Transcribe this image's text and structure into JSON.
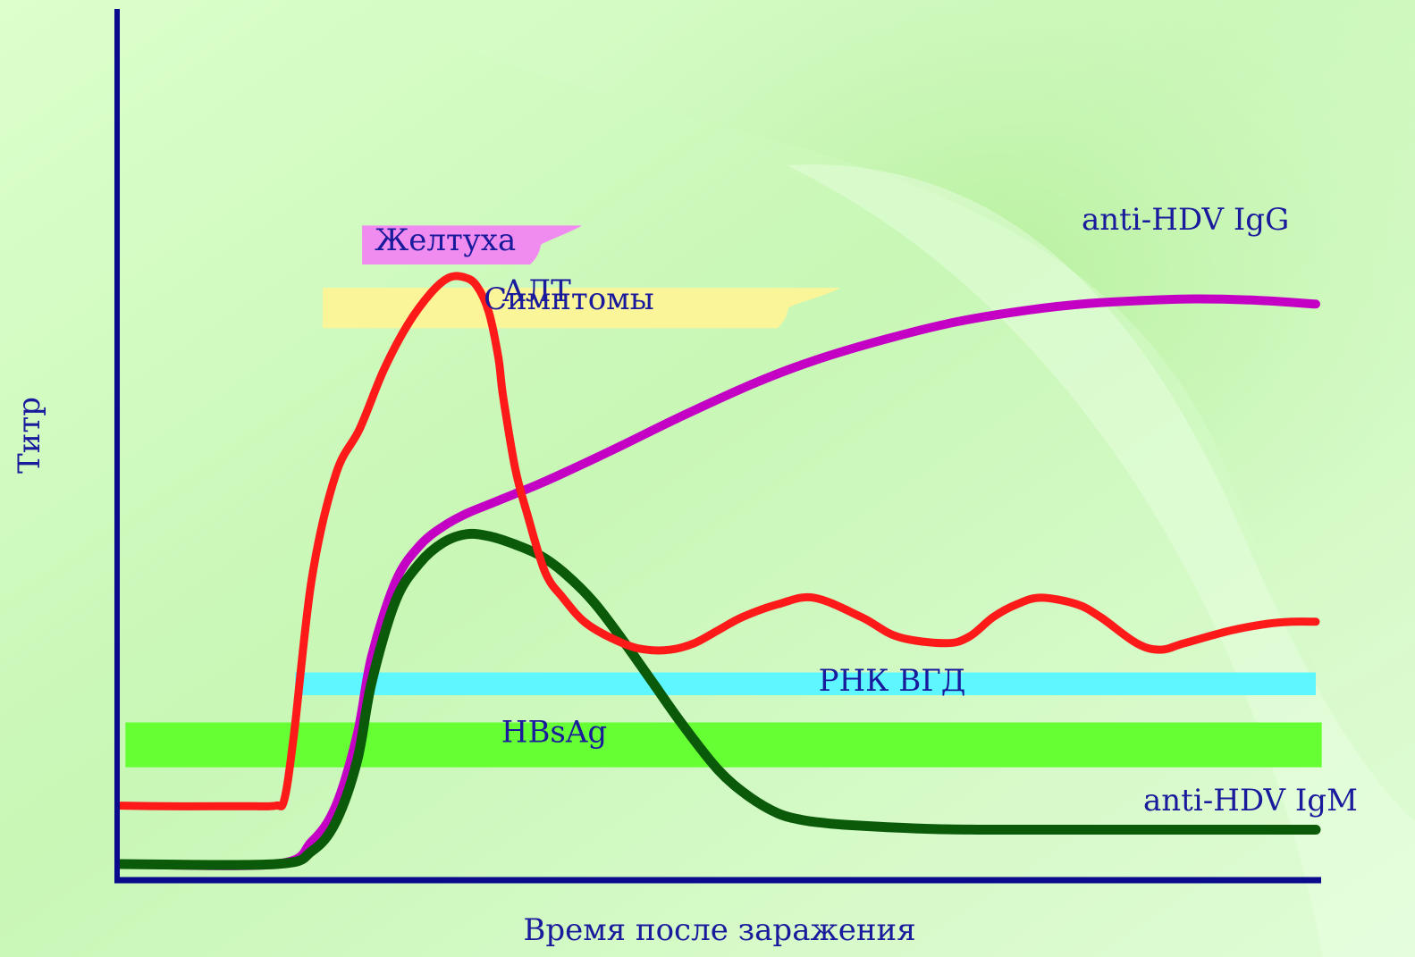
{
  "colors": {
    "bg_light": "#e8ffe0",
    "bg_mid": "#c6f5b4",
    "axis": "#0a0a8c",
    "text": "#1a1a9c",
    "alt": "#ff1a1a",
    "igg": "#c400c4",
    "igm": "#0a5a0a",
    "jaundice_band": "#f08cf0",
    "symptoms_band": "#fbf59a",
    "rna_band": "#5ef7ff",
    "hbsag_band": "#66ff33"
  },
  "chart_data": {
    "type": "line",
    "ylabel": "Титр",
    "xlabel": "Время после заражения",
    "xlim": [
      0,
      100
    ],
    "ylim": [
      0,
      100
    ],
    "grid": false,
    "series": [
      {
        "name": "АЛТ",
        "key": "alt",
        "x": [
          0,
          4,
          8,
          11,
          13,
          13.7,
          14.5,
          16,
          18,
          20,
          22,
          24,
          26,
          27.5,
          28.8,
          29.8,
          30.8,
          31.6,
          32,
          33,
          34,
          35.5,
          37,
          39,
          42,
          44,
          46,
          48,
          50,
          52,
          55,
          58,
          62,
          65,
          69,
          71,
          73,
          75,
          77,
          80,
          82,
          85,
          87,
          89,
          93,
          96,
          98,
          100
        ],
        "y": [
          9,
          8.9,
          8.9,
          8.9,
          9,
          10,
          20,
          44,
          60,
          67,
          76,
          83,
          88,
          90.3,
          90.3,
          89,
          85,
          78,
          72,
          61,
          54,
          45,
          41,
          37,
          34,
          33,
          33,
          34,
          36,
          38,
          40,
          41,
          38,
          35,
          34,
          35,
          38,
          40,
          41,
          40,
          38,
          34,
          33,
          34,
          36,
          37,
          37.3,
          37.3
        ]
      },
      {
        "name": "anti-HDV IgG",
        "key": "igg",
        "x": [
          0,
          13,
          16,
          18,
          19.8,
          21,
          23,
          25,
          27,
          29,
          31,
          33,
          35,
          38,
          42,
          47,
          53,
          58,
          64,
          70,
          76,
          81,
          86,
          90,
          95,
          100
        ],
        "y": [
          0,
          0,
          3.5,
          9,
          20,
          32,
          43.5,
          49,
          52,
          54,
          55.5,
          57,
          58.5,
          61,
          64.5,
          69,
          74,
          77.5,
          80.8,
          83.5,
          85.3,
          86.3,
          86.8,
          87,
          86.8,
          86.2
        ]
      },
      {
        "name": "anti-HDV IgM",
        "key": "igm",
        "x": [
          0,
          13,
          16,
          18,
          19.8,
          21,
          23,
          25,
          27,
          29,
          31,
          33,
          35,
          37,
          39.5,
          42,
          44.5,
          47,
          50,
          52.5,
          55,
          57,
          59,
          61,
          64,
          68,
          72,
          76,
          80,
          84,
          88,
          92,
          96,
          100
        ],
        "y": [
          0,
          0,
          2,
          6.5,
          16,
          28,
          40.5,
          46.3,
          49.5,
          50.8,
          50.4,
          49.2,
          47.6,
          45,
          40.5,
          34.5,
          28,
          21.5,
          14.5,
          10.5,
          7.8,
          6.8,
          6.3,
          6,
          5.7,
          5.4,
          5.3,
          5.3,
          5.3,
          5.3,
          5.3,
          5.3,
          5.3,
          5.3
        ]
      }
    ],
    "bands": [
      {
        "key": "jaundice",
        "label": "Желтуха",
        "x_start": 20.2,
        "x_end": 38.6,
        "y_low": 92.3,
        "y_high": 98.3
      },
      {
        "key": "symptoms",
        "label": "Симптомы",
        "x_start": 16.9,
        "x_end": 60.2,
        "y_low": 82.5,
        "y_high": 88.7
      },
      {
        "key": "rna",
        "label": "РНК ВГД",
        "x_start": 14.6,
        "x_end": 100,
        "y_low": 26,
        "y_high": 29.5
      },
      {
        "key": "hbsag",
        "label": "HBsAg",
        "x_start": 0.4,
        "x_end": 100.5,
        "y_low": 14.9,
        "y_high": 21.8
      }
    ],
    "annotations": [
      {
        "text": "АЛТ",
        "series": "alt"
      },
      {
        "text": "anti-HDV IgG",
        "series": "igg"
      },
      {
        "text": "anti-HDV IgM",
        "series": "igm"
      }
    ]
  }
}
